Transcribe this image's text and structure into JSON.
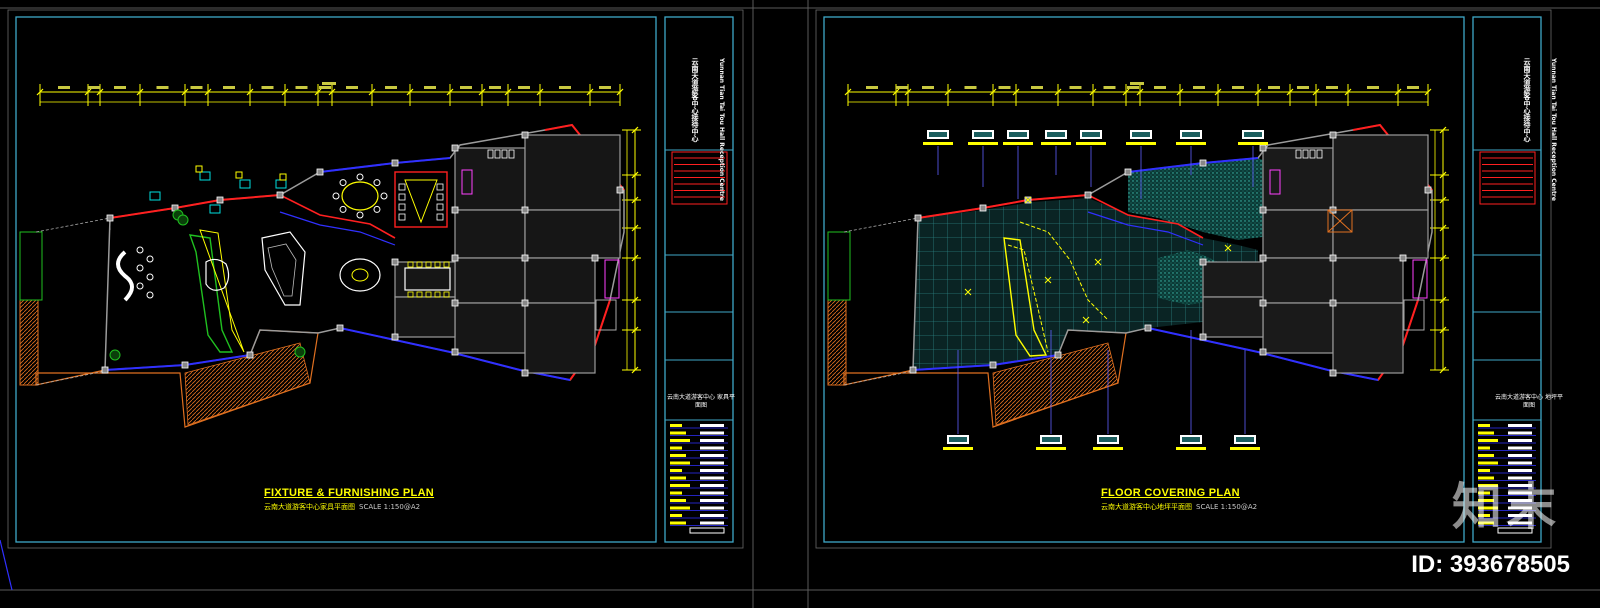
{
  "sheets": [
    {
      "title": "FIXTURE & FURNISHING PLAN",
      "subtitle": "云南大道游客中心家具平面图",
      "scale": "SCALE 1:150@A2",
      "project_cn": "云南天道游客中心接待中心",
      "project_en": "Yunnan Tian Tai Tou Hall Reception Centre",
      "drawing_name": "云南大道游客中心 家具平面图"
    },
    {
      "title": "FLOOR COVERING PLAN",
      "subtitle": "云南大道游客中心地坪平面图",
      "scale": "SCALE 1:150@A2",
      "project_cn": "云南天道游客中心接待中心",
      "project_en": "Yunnan Tian Tai Tou Hall Reception Centre",
      "drawing_name": "云南大道游客中心 地坪平面图"
    }
  ],
  "watermark": {
    "logo": "知末",
    "id": "ID: 393678505"
  },
  "colors": {
    "background": "#000000",
    "frame": "#3fa8c8",
    "dimension": "#ffff00",
    "wall": "#9b9b9b",
    "wall_red": "#ff2020",
    "wall_blue": "#3030ff",
    "floor_tile": "#1b5e5e",
    "stair": "#e07020",
    "green": "#20c020",
    "magenta": "#ff40ff"
  }
}
